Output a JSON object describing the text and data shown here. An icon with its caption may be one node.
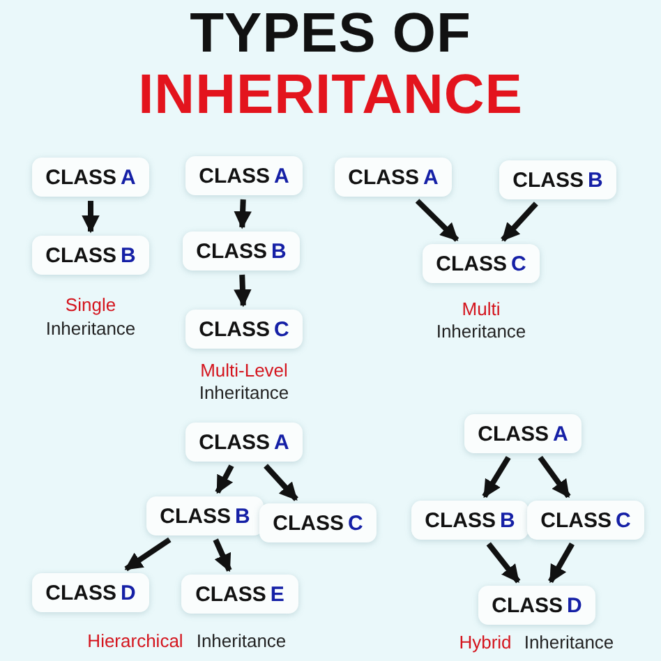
{
  "diagram": {
    "title": "TYPES OF INHERITANCE",
    "nodes": [
      {
        "text": [
          "CLASS",
          "A"
        ]
      },
      {
        "text": [
          "CLASS",
          "B"
        ]
      },
      {
        "text": [
          "CLASS",
          "A"
        ]
      },
      {
        "text": [
          "CLASS",
          "B"
        ]
      },
      {
        "text": [
          "CLASS",
          "C"
        ]
      },
      {
        "text": [
          "CLASS",
          "A"
        ]
      },
      {
        "text": [
          "CLASS",
          "B"
        ]
      },
      {
        "text": [
          "CLASS",
          "C"
        ]
      },
      {
        "text": [
          "CLASS",
          "A"
        ]
      },
      {
        "text": [
          "CLASS",
          "B"
        ]
      },
      {
        "text": [
          "CLASS",
          "C"
        ]
      },
      {
        "text": [
          "CLASS",
          "D"
        ]
      },
      {
        "text": [
          "CLASS",
          "E"
        ]
      },
      {
        "text": [
          "CLASS",
          "A"
        ]
      },
      {
        "text": [
          "CLASS",
          "B"
        ]
      },
      {
        "text": [
          "CLASS",
          "C"
        ]
      },
      {
        "text": [
          "CLASS",
          "D"
        ]
      }
    ],
    "edges": [
      {
        "from": 0,
        "to": 1,
        "arrow": "to"
      },
      {
        "from": 2,
        "to": 3,
        "arrow": "to"
      },
      {
        "from": 3,
        "to": 4,
        "arrow": "to"
      },
      {
        "from": 5,
        "to": 7,
        "arrow": "to"
      },
      {
        "from": 6,
        "to": 7,
        "arrow": "to"
      },
      {
        "from": 8,
        "to": 9,
        "arrow": "to"
      },
      {
        "from": 8,
        "to": 10,
        "arrow": "to"
      },
      {
        "from": 9,
        "to": 11,
        "arrow": "to"
      },
      {
        "from": 9,
        "to": 12,
        "arrow": "to"
      },
      {
        "from": 13,
        "to": 14,
        "arrow": "to"
      },
      {
        "from": 13,
        "to": 15,
        "arrow": "to"
      },
      {
        "from": 14,
        "to": 16,
        "arrow": "to"
      },
      {
        "from": 15,
        "to": 16,
        "arrow": "to"
      }
    ],
    "labels": [
      "Single",
      "Inheritance",
      "Multi-Level",
      "Inheritance",
      "Multi",
      "Inheritance",
      "Hierarchical",
      "Inheritance",
      "Hybrid",
      "Inheritance"
    ]
  }
}
